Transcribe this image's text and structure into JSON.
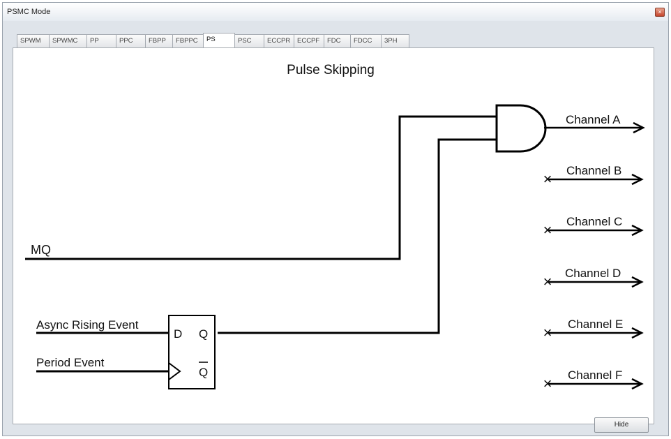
{
  "window": {
    "title": "PSMC Mode",
    "close_glyph": "×"
  },
  "tabs": [
    {
      "label": "SPWM"
    },
    {
      "label": "SPWMC"
    },
    {
      "label": "PP"
    },
    {
      "label": "PPC"
    },
    {
      "label": "FBPP"
    },
    {
      "label": "FBPPC"
    },
    {
      "label": "PS",
      "active": true
    },
    {
      "label": "PSC"
    },
    {
      "label": "ECCPR"
    },
    {
      "label": "ECCPF"
    },
    {
      "label": "FDC"
    },
    {
      "label": "FDCC"
    },
    {
      "label": "3PH"
    }
  ],
  "diagram": {
    "title": "Pulse Skipping",
    "inputs": {
      "mq": "MQ",
      "async_rising": "Async Rising Event",
      "period": "Period Event"
    },
    "flipflop": {
      "d": "D",
      "q": "Q",
      "qbar": "Q"
    },
    "channels": [
      "Channel A",
      "Channel B",
      "Channel C",
      "Channel D",
      "Channel E",
      "Channel F"
    ],
    "disabled_marker": "×"
  },
  "footer": {
    "hide_label": "Hide"
  }
}
